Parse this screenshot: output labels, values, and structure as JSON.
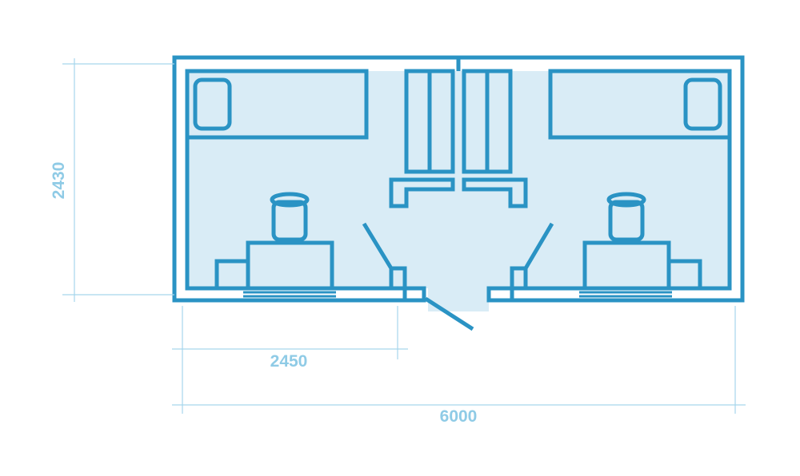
{
  "colors": {
    "wall": "#2a93c4",
    "floor": "#d9ecf6",
    "dimension": "#a6d6ec",
    "dimension_text": "#8fcbe6"
  },
  "dimensions": {
    "height": "2430",
    "room_width": "2450",
    "total_width": "6000"
  }
}
